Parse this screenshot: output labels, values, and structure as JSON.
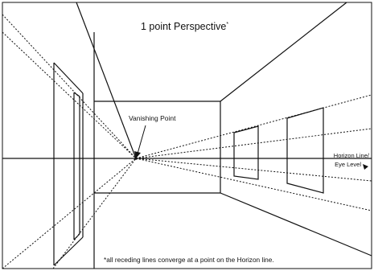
{
  "diagram": {
    "title": "1 point Perspective",
    "title_mark": "*",
    "vanishing_point_label": "Vanishing Point",
    "horizon_label_line1": "Horizon Line/",
    "horizon_label_line2": "Eye Level",
    "footnote": "*all receding lines converge at a point on the Horizon line."
  },
  "colors": {
    "line": "#111111",
    "background": "#ffffff"
  }
}
